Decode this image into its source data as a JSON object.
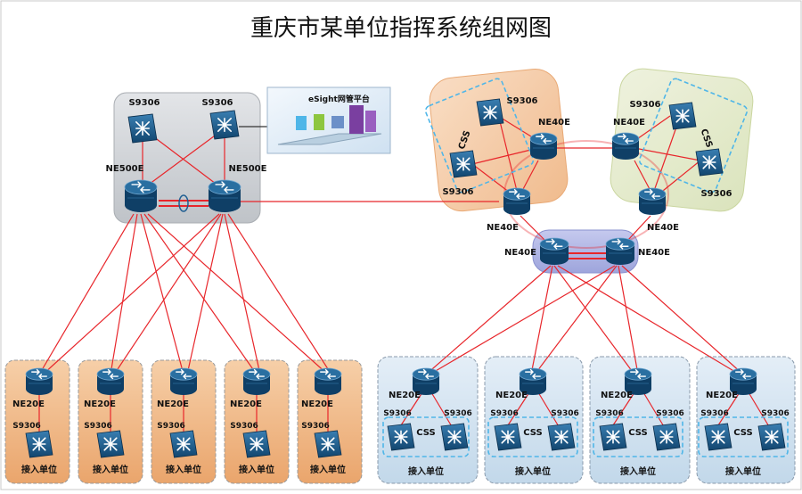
{
  "title": "重庆市某单位指挥系统组网图",
  "core": {
    "switch_label": "S9306",
    "router_label": "NE500E",
    "nms_label": "eSight网管平台"
  },
  "ring": {
    "router_label": "NE40E",
    "switch_label": "S9306",
    "css_label": "CSS"
  },
  "access": {
    "router_label": "NE20E",
    "switch_label": "S9306",
    "unit_label": "接入单位",
    "css_label": "CSS"
  },
  "colors": {
    "link": "#e8262b",
    "device_top": "#2a6fa1",
    "device_body": "#0f3f66",
    "core_panel": "#cfd2d6",
    "left_group": "#f2bf94",
    "right_group": "#d3e4f2",
    "css_box": "#4fb6e8"
  }
}
